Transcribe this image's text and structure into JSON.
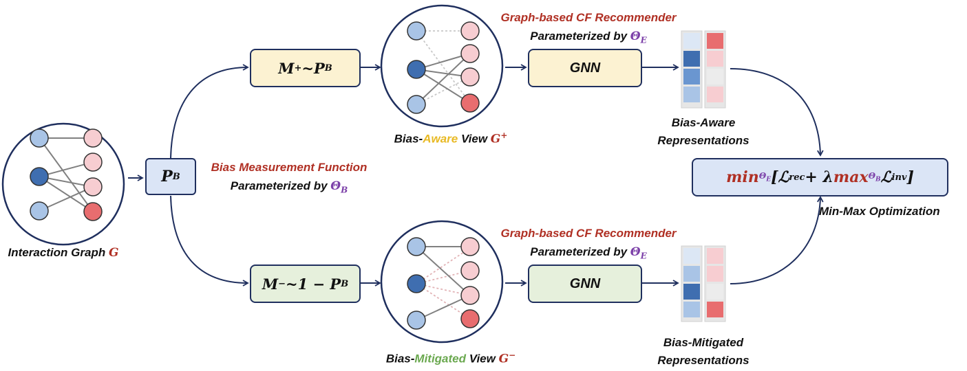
{
  "input_label": {
    "text": "Interaction Graph ",
    "symbol": "G"
  },
  "bias_fn": {
    "box_label": "P",
    "box_sub": "B",
    "title": "Bias Measurement Function",
    "param_text": "Parameterized by ",
    "param_sym": "Θ",
    "param_sub": "B"
  },
  "top_branch": {
    "sample_box": {
      "m": "M",
      "sup": "+",
      "rest": "~P",
      "sub": "B"
    },
    "view_label": {
      "prefix": "Bias-",
      "word": "Aware",
      "suffix": " View ",
      "sym": "G",
      "sup": "+"
    },
    "recommender_title": "Graph-based CF Recommender",
    "param_text": "Parameterized by ",
    "param_sym": "Θ",
    "param_sub": "E",
    "gnn_label": "GNN",
    "repr_line1": "Bias-Aware",
    "repr_line2": "Representations"
  },
  "bottom_branch": {
    "sample_box": {
      "m": "M",
      "sup": "−",
      "rest": "~1 − P",
      "sub": "B"
    },
    "view_label": {
      "prefix": "Bias-",
      "word": "Mitigated",
      "suffix": " View ",
      "sym": "G",
      "sup": "−"
    },
    "recommender_title": "Graph-based CF Recommender",
    "param_text": "Parameterized by ",
    "param_sym": "Θ",
    "param_sub": "E",
    "gnn_label": "GNN",
    "repr_line1": "Bias-Mitigated",
    "repr_line2": "Representations"
  },
  "objective": {
    "min": "min",
    "min_sub": "Θ",
    "min_sub2": "E",
    "open": "[ℒ",
    "rec": "rec",
    "plus": " + λ",
    "max": "max",
    "max_sub": "Θ",
    "max_sub2": "B",
    "inv_l": "ℒ",
    "inv": "inv",
    "close": "]",
    "caption": "Min-Max Optimization"
  },
  "colors": {
    "navy": "#1f2f5e",
    "dark_red": "#b03024",
    "purple": "#7b3fa8",
    "aware_yellow": "#e8b923",
    "mitigated_green": "#6aa84f",
    "user_light": "#a9c4e6",
    "user_dark": "#3f6eb0",
    "item_light": "#f7cdd1",
    "item_dark": "#e86d6f",
    "yellow_box": "#fcf2d2",
    "green_box": "#e6f0dc",
    "blue_box": "#dbe5f6"
  }
}
